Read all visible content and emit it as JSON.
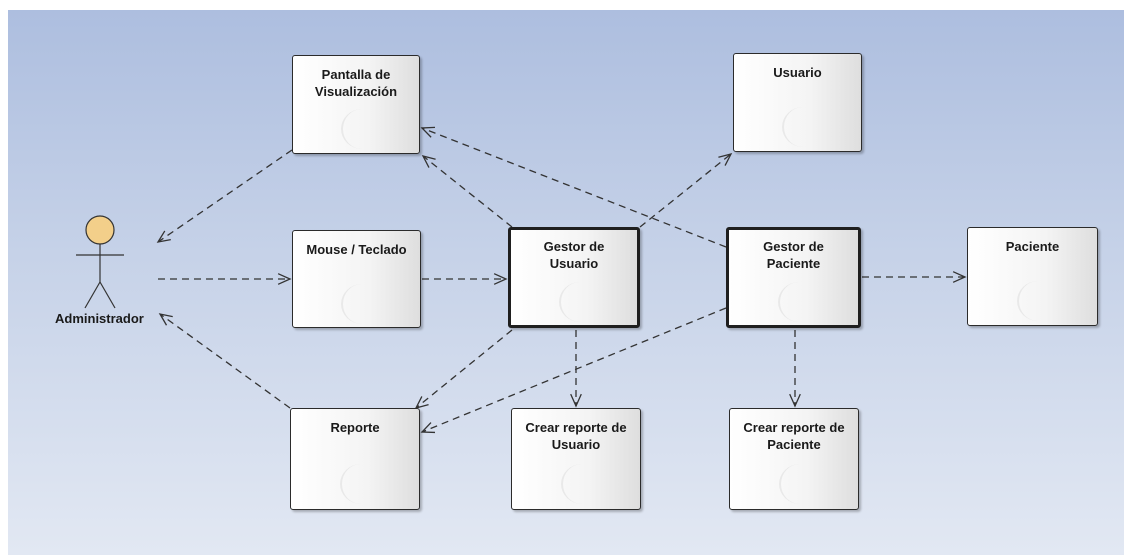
{
  "actor": {
    "label": "Administrador"
  },
  "boxes": {
    "pantalla": "Pantalla de\nVisualización",
    "usuario": "Usuario",
    "mouse": "Mouse / Teclado",
    "gestor_usuario": "Gestor de\nUsuario",
    "gestor_paciente": "Gestor de\nPaciente",
    "paciente": "Paciente",
    "reporte": "Reporte",
    "crear_reporte_usuario": "Crear reporte de\nUsuario",
    "crear_reporte_paciente": "Crear reporte de\nPaciente"
  },
  "colors": {
    "background_top": "#adbedf",
    "background_bottom": "#e2e8f3",
    "actor_head": "#f3cf8a",
    "line": "#333333"
  }
}
